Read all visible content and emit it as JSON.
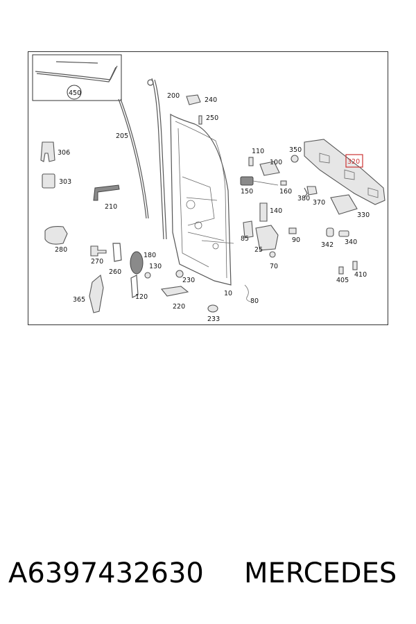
{
  "diagram": {
    "highlight_color": "#cc3333",
    "highlighted_label": "320",
    "labels": [
      "450",
      "200",
      "240",
      "250",
      "205",
      "306",
      "303",
      "210",
      "280",
      "110",
      "100",
      "150",
      "160",
      "350",
      "320",
      "380",
      "370",
      "330",
      "140",
      "85",
      "25",
      "90",
      "342",
      "340",
      "270",
      "260",
      "180",
      "130",
      "230",
      "365",
      "120",
      "220",
      "10",
      "80",
      "233",
      "70",
      "405",
      "410"
    ]
  },
  "footer": {
    "part_number": "A6397432630",
    "brand": "MERCEDES"
  }
}
